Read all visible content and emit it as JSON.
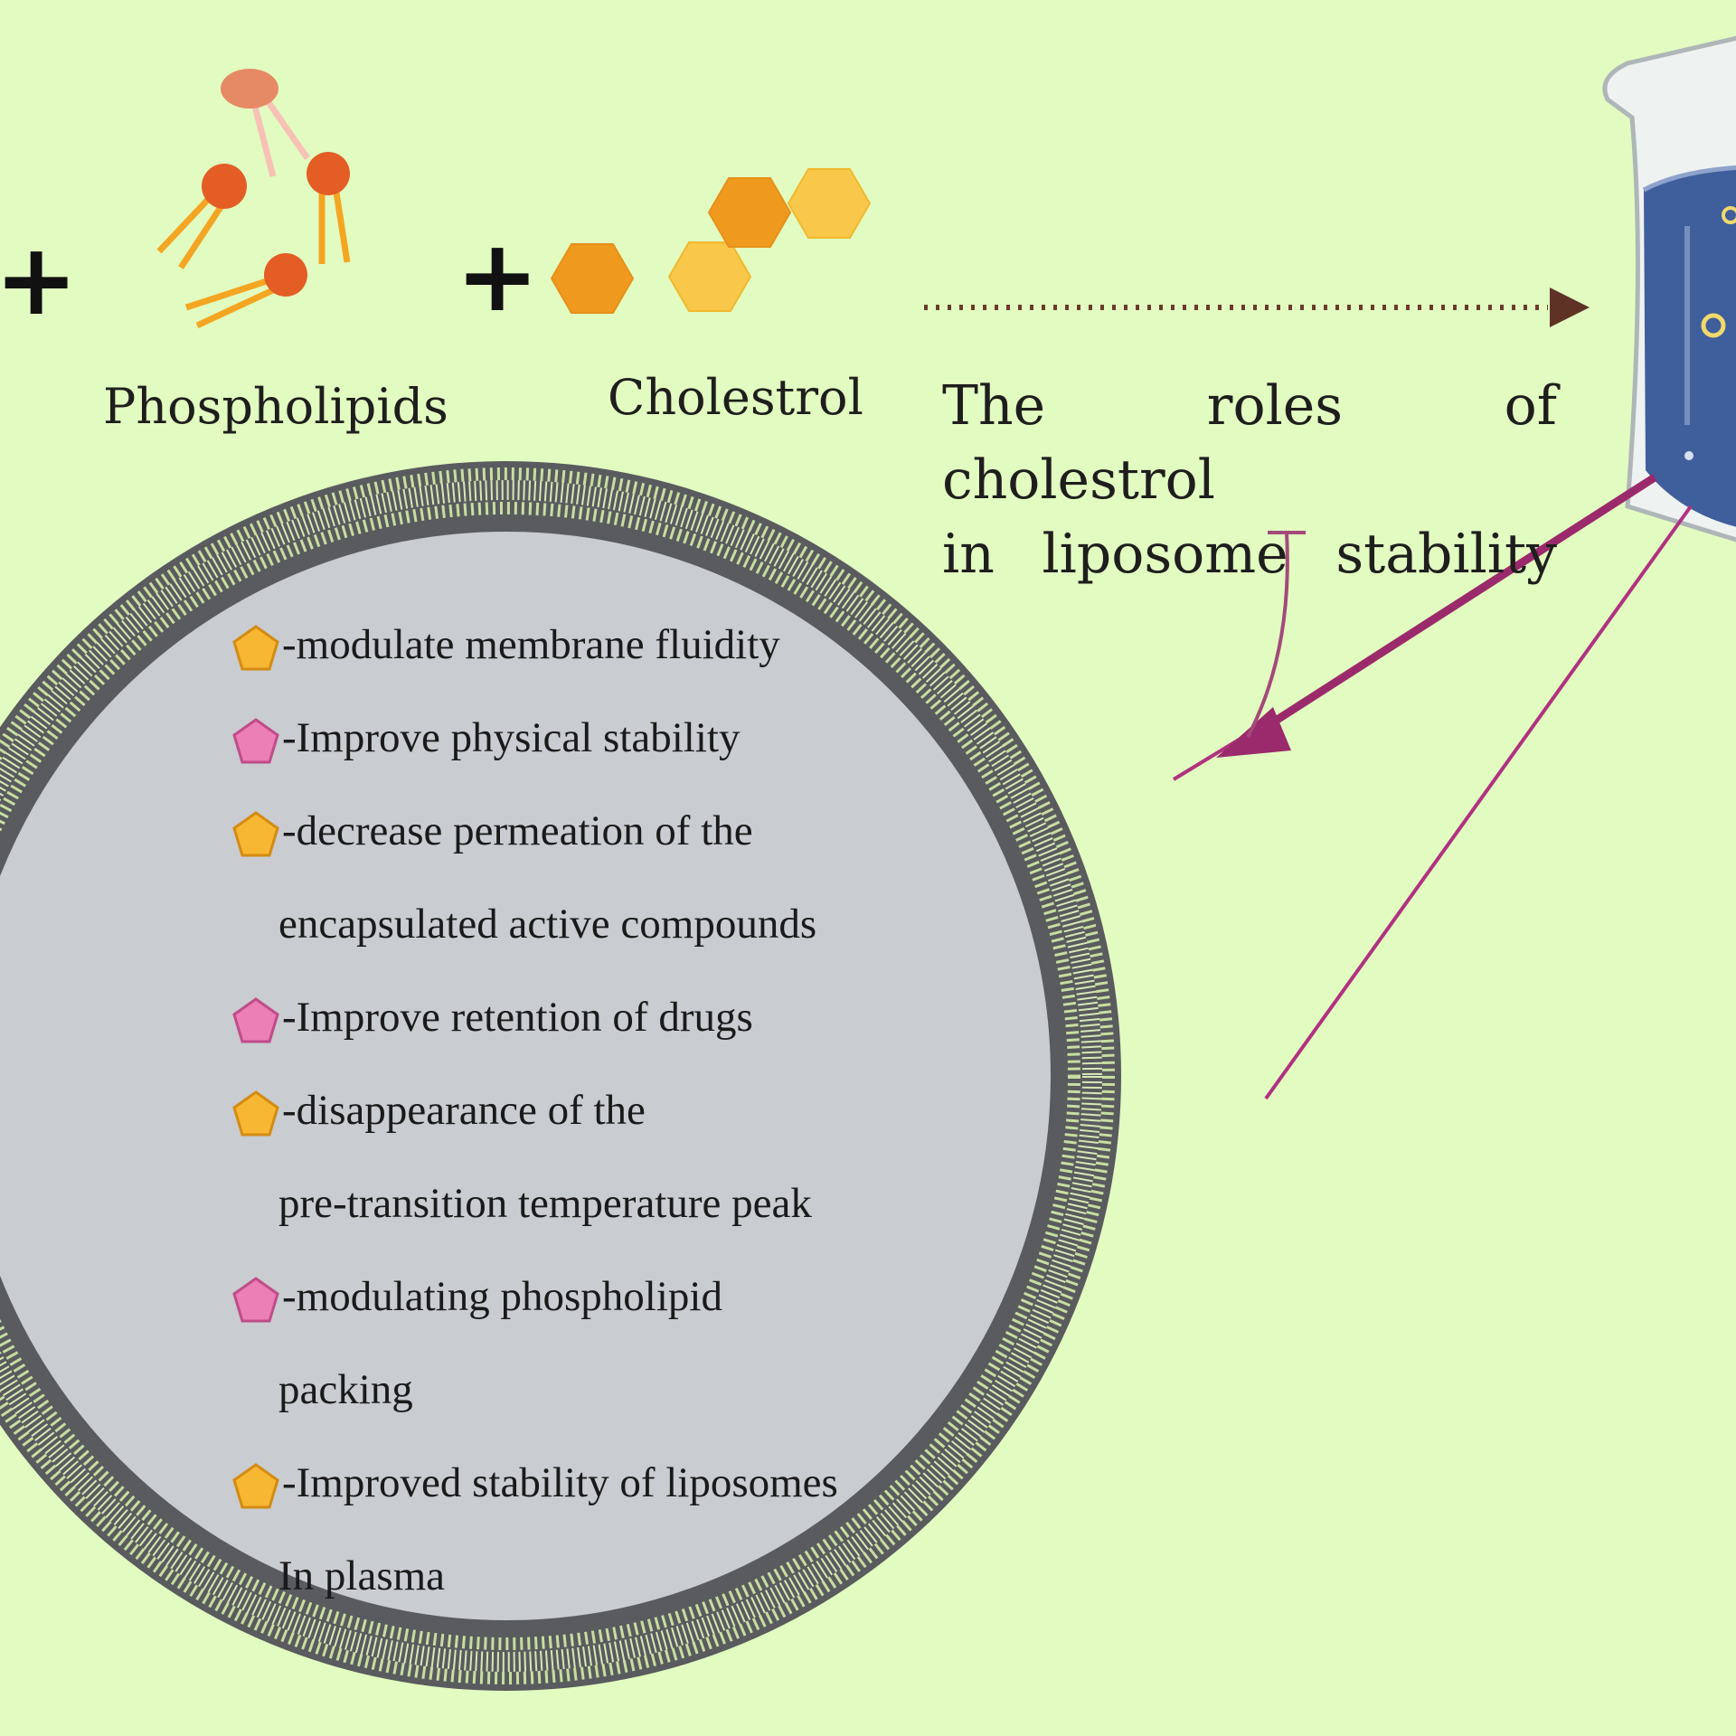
{
  "labels": {
    "plus_1": "+",
    "plus_2": "+",
    "phospholipids": "Phospholipids",
    "cholesterol": "Cholestrol",
    "roles_line_1": "The roles of cholestrol",
    "roles_line_2": "in liposome stability"
  },
  "roles": [
    {
      "marker": "orange-pentagon",
      "text": "-modulate membrane fluidity",
      "cont": ""
    },
    {
      "marker": "pink-pentagon",
      "text": "-Improve physical stability",
      "cont": ""
    },
    {
      "marker": "orange-pentagon",
      "text": "-decrease permeation of the",
      "cont": "encapsulated active compounds"
    },
    {
      "marker": "pink-pentagon",
      "text": "-Improve retention of drugs",
      "cont": ""
    },
    {
      "marker": "orange-pentagon",
      "text": "-disappearance of the",
      "cont": "pre-transition temperature peak"
    },
    {
      "marker": "pink-pentagon",
      "text": "-modulating phospholipid",
      "cont": "packing"
    },
    {
      "marker": "orange-pentagon",
      "text": "-Improved stability of liposomes",
      "cont": "In plasma"
    }
  ],
  "colors": {
    "background": "#e2fbc0",
    "liposome_core": "#c9ccd0",
    "membrane_outer": "#595b5e",
    "membrane_stripe": "#c6dea0",
    "phospholipid_head": "#e35d25",
    "phospholipid_tail": "#f4a623",
    "cholesterol_dark": "#ef9a1f",
    "cholesterol_light": "#f9c84a",
    "orange_marker": "#f7b733",
    "pink_marker": "#ec7fb6",
    "arrow_magenta": "#9b2a6c",
    "beaker_liquid": "#3f5e9c"
  }
}
